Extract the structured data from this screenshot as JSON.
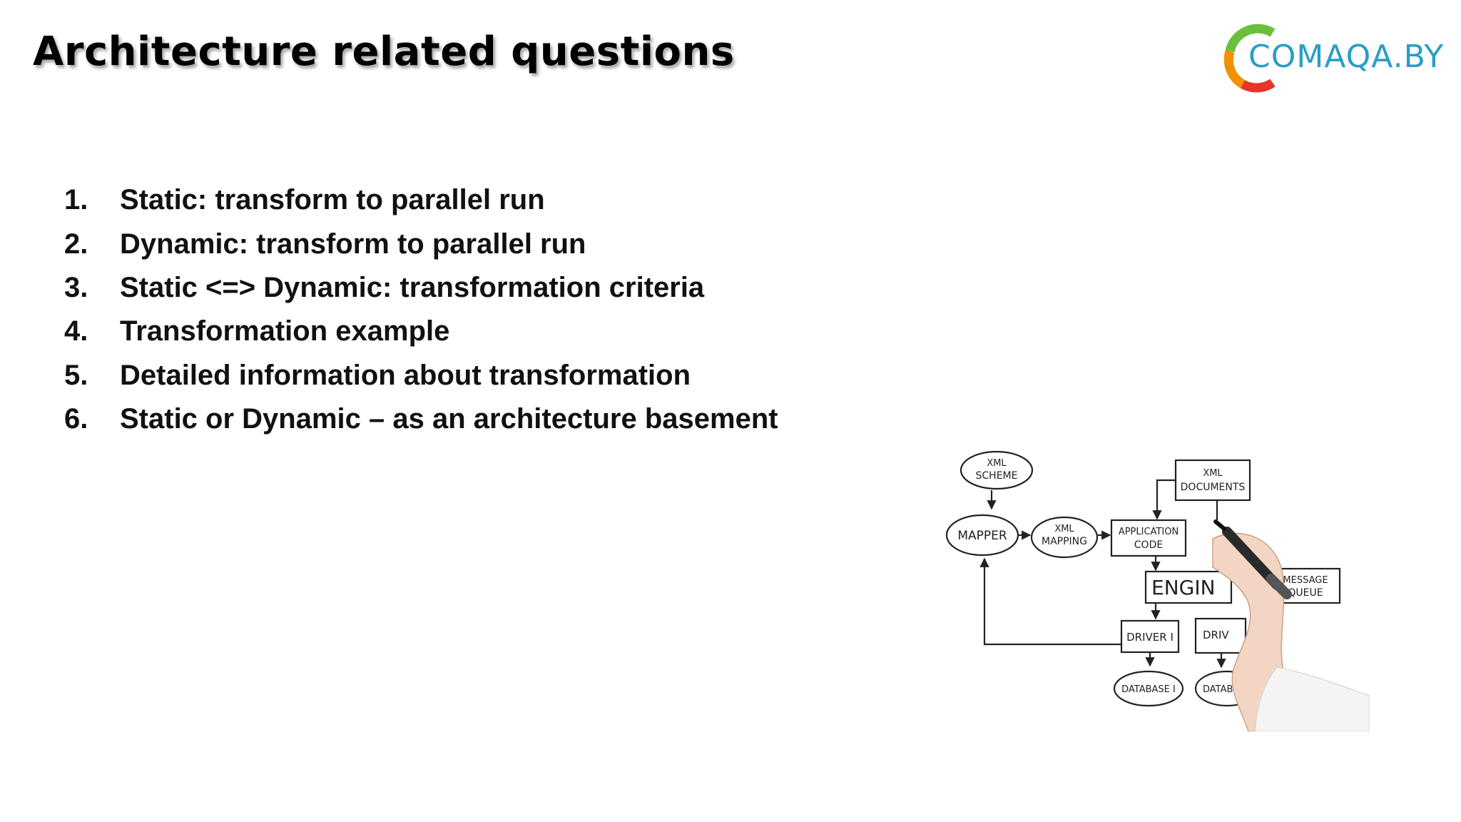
{
  "slide": {
    "title": "Architecture related questions",
    "logo": {
      "text_main": "COMAQA",
      "text_suffix": ".BY",
      "colors": {
        "green": "#6cbf3b",
        "orange": "#f29100",
        "red": "#e5362a",
        "blue": "#2a9ec4"
      }
    },
    "items": [
      {
        "number": "1.",
        "text": "Static: transform to parallel run"
      },
      {
        "number": "2.",
        "text": "Dynamic: transform to parallel run"
      },
      {
        "number": "3.",
        "text": "Static <=> Dynamic: transformation criteria"
      },
      {
        "number": "4.",
        "text": "Transformation example"
      },
      {
        "number": "5.",
        "text": "Detailed information about transformation"
      },
      {
        "number": "6.",
        "text": "Static or Dynamic – as an architecture basement"
      }
    ],
    "diagram": {
      "labels": {
        "xml_scheme_1": "XML",
        "xml_scheme_2": "SCHEME",
        "mapper": "MAPPER",
        "xml_mapping_1": "XML",
        "xml_mapping_2": "MAPPING",
        "app_code_1": "APPLICATION",
        "app_code_2": "CODE",
        "xml_docs_1": "XML",
        "xml_docs_2": "DOCUMENTS",
        "engine": "ENGIN",
        "message_queue_1": "MESSAGE",
        "message_queue_2": "QUEUE",
        "driver_1": "DRIVER I",
        "driver_2": "DRIV",
        "database_1": "DATABASE I",
        "database_2": "DATAB"
      }
    }
  }
}
